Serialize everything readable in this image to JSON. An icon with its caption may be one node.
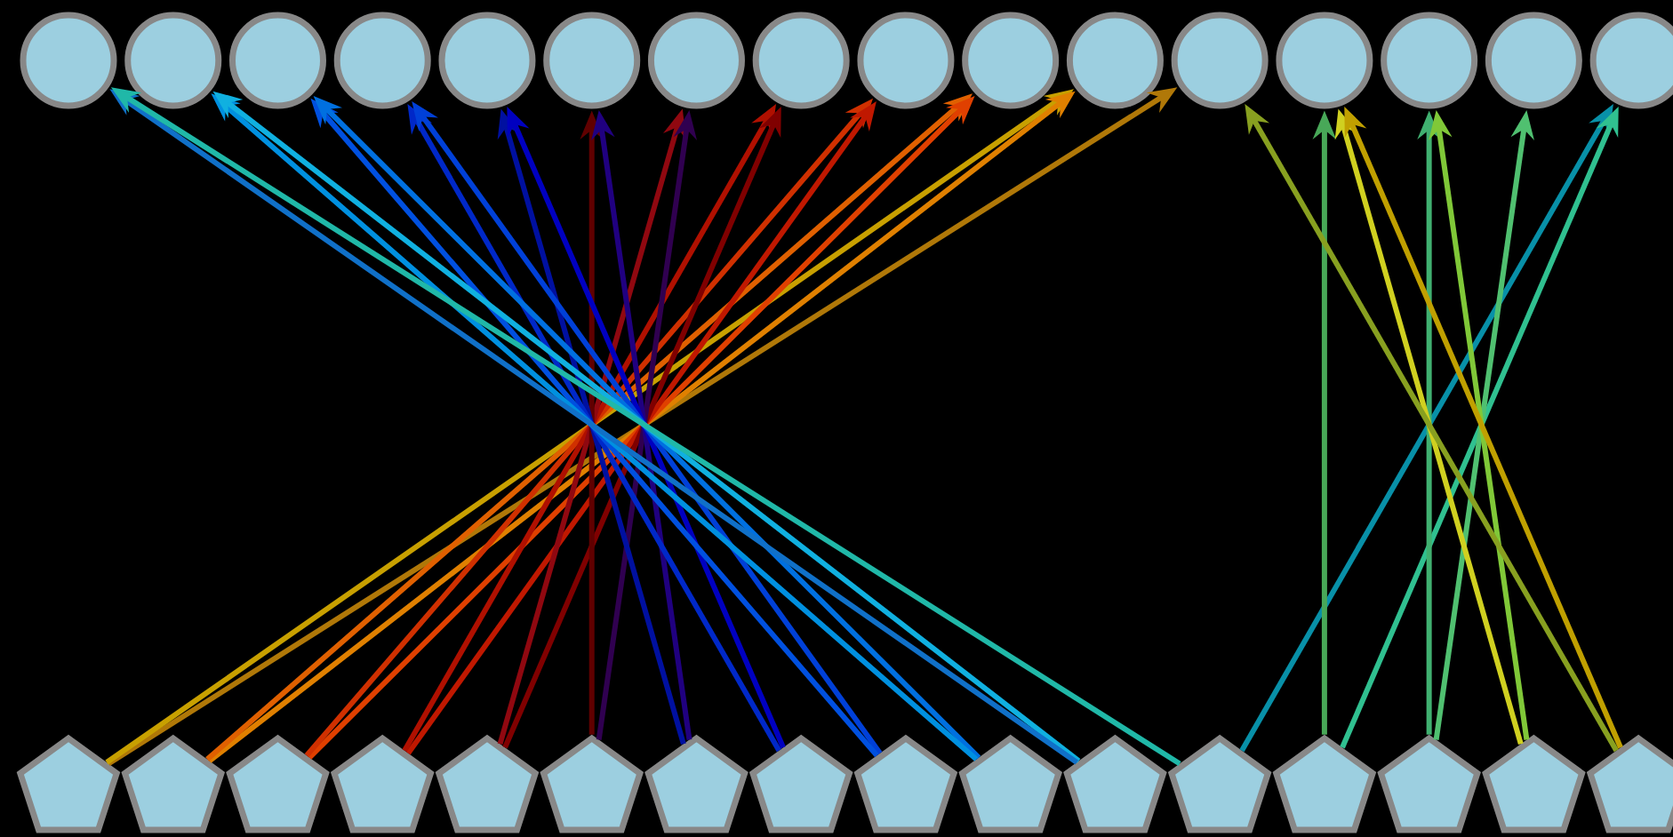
{
  "diagram": {
    "nodes": [
      {
        "text": [],
        "shape": "circle"
      },
      {
        "text": [],
        "shape": "circle"
      },
      {
        "text": [],
        "shape": "circle"
      },
      {
        "text": [],
        "shape": "circle"
      },
      {
        "text": [],
        "shape": "circle"
      },
      {
        "text": [],
        "shape": "circle"
      },
      {
        "text": [],
        "shape": "circle"
      },
      {
        "text": [],
        "shape": "circle"
      },
      {
        "text": [],
        "shape": "circle"
      },
      {
        "text": [],
        "shape": "circle"
      },
      {
        "text": [],
        "shape": "circle"
      },
      {
        "text": [],
        "shape": "circle"
      },
      {
        "text": [],
        "shape": "circle"
      },
      {
        "text": [],
        "shape": "circle"
      },
      {
        "text": [],
        "shape": "circle"
      },
      {
        "text": [],
        "shape": "circle"
      },
      {
        "text": [],
        "shape": "pentagon"
      },
      {
        "text": [],
        "shape": "pentagon"
      },
      {
        "text": [],
        "shape": "pentagon"
      },
      {
        "text": [],
        "shape": "pentagon"
      },
      {
        "text": [],
        "shape": "pentagon"
      },
      {
        "text": [],
        "shape": "pentagon"
      },
      {
        "text": [],
        "shape": "pentagon"
      },
      {
        "text": [],
        "shape": "pentagon"
      },
      {
        "text": [],
        "shape": "pentagon"
      },
      {
        "text": [],
        "shape": "pentagon"
      },
      {
        "text": [],
        "shape": "pentagon"
      },
      {
        "text": [],
        "shape": "pentagon"
      },
      {
        "text": [],
        "shape": "pentagon"
      },
      {
        "text": [],
        "shape": "pentagon"
      },
      {
        "text": [],
        "shape": "pentagon"
      },
      {
        "text": [],
        "shape": "pentagon"
      }
    ],
    "edges": [
      {
        "from": 16,
        "to": 11,
        "arrow": "to",
        "color": "#b07808"
      },
      {
        "from": 16,
        "to": 10,
        "arrow": "to",
        "color": "#c8a000"
      },
      {
        "from": 17,
        "to": 10,
        "arrow": "to",
        "color": "#e08000"
      },
      {
        "from": 17,
        "to": 9,
        "arrow": "to",
        "color": "#e06000"
      },
      {
        "from": 18,
        "to": 9,
        "arrow": "to",
        "color": "#e04000"
      },
      {
        "from": 18,
        "to": 8,
        "arrow": "to",
        "color": "#d03000"
      },
      {
        "from": 19,
        "to": 8,
        "arrow": "to",
        "color": "#c01800"
      },
      {
        "from": 19,
        "to": 7,
        "arrow": "to",
        "color": "#b01000"
      },
      {
        "from": 20,
        "to": 7,
        "arrow": "to",
        "color": "#800000"
      },
      {
        "from": 20,
        "to": 6,
        "arrow": "to",
        "color": "#900810"
      },
      {
        "from": 21,
        "to": 6,
        "arrow": "to",
        "color": "#300050"
      },
      {
        "from": 21,
        "to": 5,
        "arrow": "to",
        "color": "#600000"
      },
      {
        "from": 22,
        "to": 5,
        "arrow": "to",
        "color": "#200080"
      },
      {
        "from": 22,
        "to": 4,
        "arrow": "to",
        "color": "#0010a0"
      },
      {
        "from": 23,
        "to": 4,
        "arrow": "to",
        "color": "#0000c0"
      },
      {
        "from": 23,
        "to": 3,
        "arrow": "to",
        "color": "#0028c8"
      },
      {
        "from": 24,
        "to": 3,
        "arrow": "to",
        "color": "#0040d8"
      },
      {
        "from": 24,
        "to": 2,
        "arrow": "to",
        "color": "#0050e0"
      },
      {
        "from": 25,
        "to": 2,
        "arrow": "to",
        "color": "#0070e0"
      },
      {
        "from": 25,
        "to": 1,
        "arrow": "to",
        "color": "#0090e0"
      },
      {
        "from": 26,
        "to": 1,
        "arrow": "to",
        "color": "#10b0e0"
      },
      {
        "from": 26,
        "to": 0,
        "arrow": "to",
        "color": "#1070c8"
      },
      {
        "from": 27,
        "to": 0,
        "arrow": "to",
        "color": "#20b8a8"
      },
      {
        "from": 27,
        "to": 15,
        "arrow": "to",
        "color": "#0890a8"
      },
      {
        "from": 28,
        "to": 12,
        "arrow": "to",
        "color": "#48a858"
      },
      {
        "from": 28,
        "to": 15,
        "arrow": "to",
        "color": "#30c090"
      },
      {
        "from": 29,
        "to": 13,
        "arrow": "to",
        "color": "#40b070"
      },
      {
        "from": 29,
        "to": 14,
        "arrow": "to",
        "color": "#50c070"
      },
      {
        "from": 30,
        "to": 12,
        "arrow": "to",
        "color": "#d0d020"
      },
      {
        "from": 30,
        "to": 13,
        "arrow": "to",
        "color": "#80c838"
      },
      {
        "from": 31,
        "to": 11,
        "arrow": "to",
        "color": "#88a020"
      },
      {
        "from": 31,
        "to": 12,
        "arrow": "to",
        "color": "#c0a000"
      }
    ]
  }
}
